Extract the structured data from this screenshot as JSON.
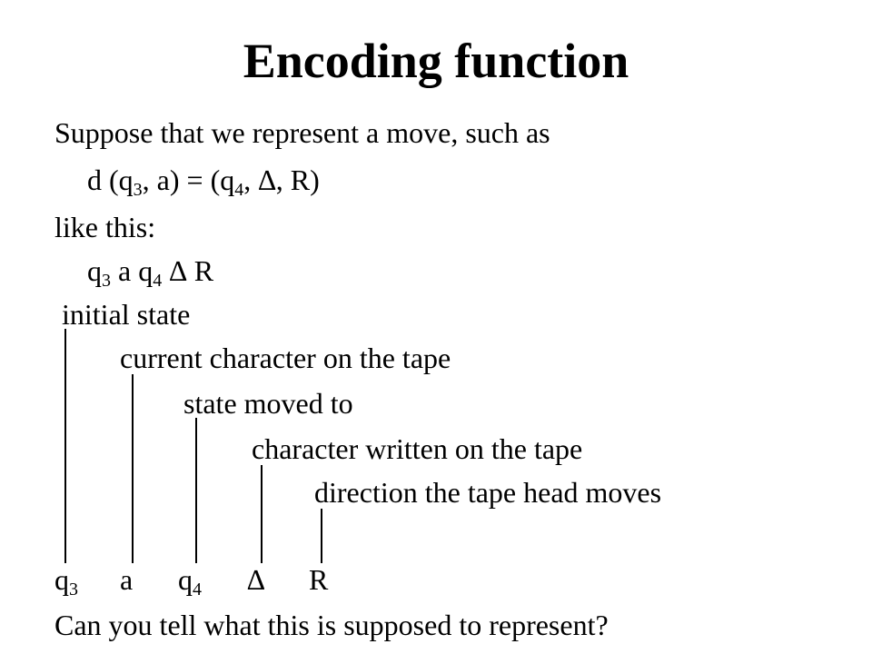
{
  "slide": {
    "title": "Encoding function",
    "intro": "Suppose that we represent a move, such as",
    "move_example": {
      "d": "d (q",
      "s1": "3",
      "mid": ", a) = (q",
      "s2": "4",
      "end": ", ∆, R)"
    },
    "like_this": "like this:",
    "encoded_example": {
      "q1": "q",
      "s1": "3",
      "a": " a q",
      "s2": "4",
      "rest": " ∆ R"
    },
    "labels": {
      "initial_state": "initial state",
      "current_char": "current character on the tape",
      "state_moved": "state moved to",
      "char_written": "character written on the tape",
      "direction": "direction the tape head moves"
    },
    "symbols": {
      "q3": "q",
      "q3_sub": "3",
      "a": "a",
      "q4": "q",
      "q4_sub": "4",
      "delta": "∆",
      "r": "R"
    },
    "question": "Can you tell what this is supposed to represent?"
  }
}
